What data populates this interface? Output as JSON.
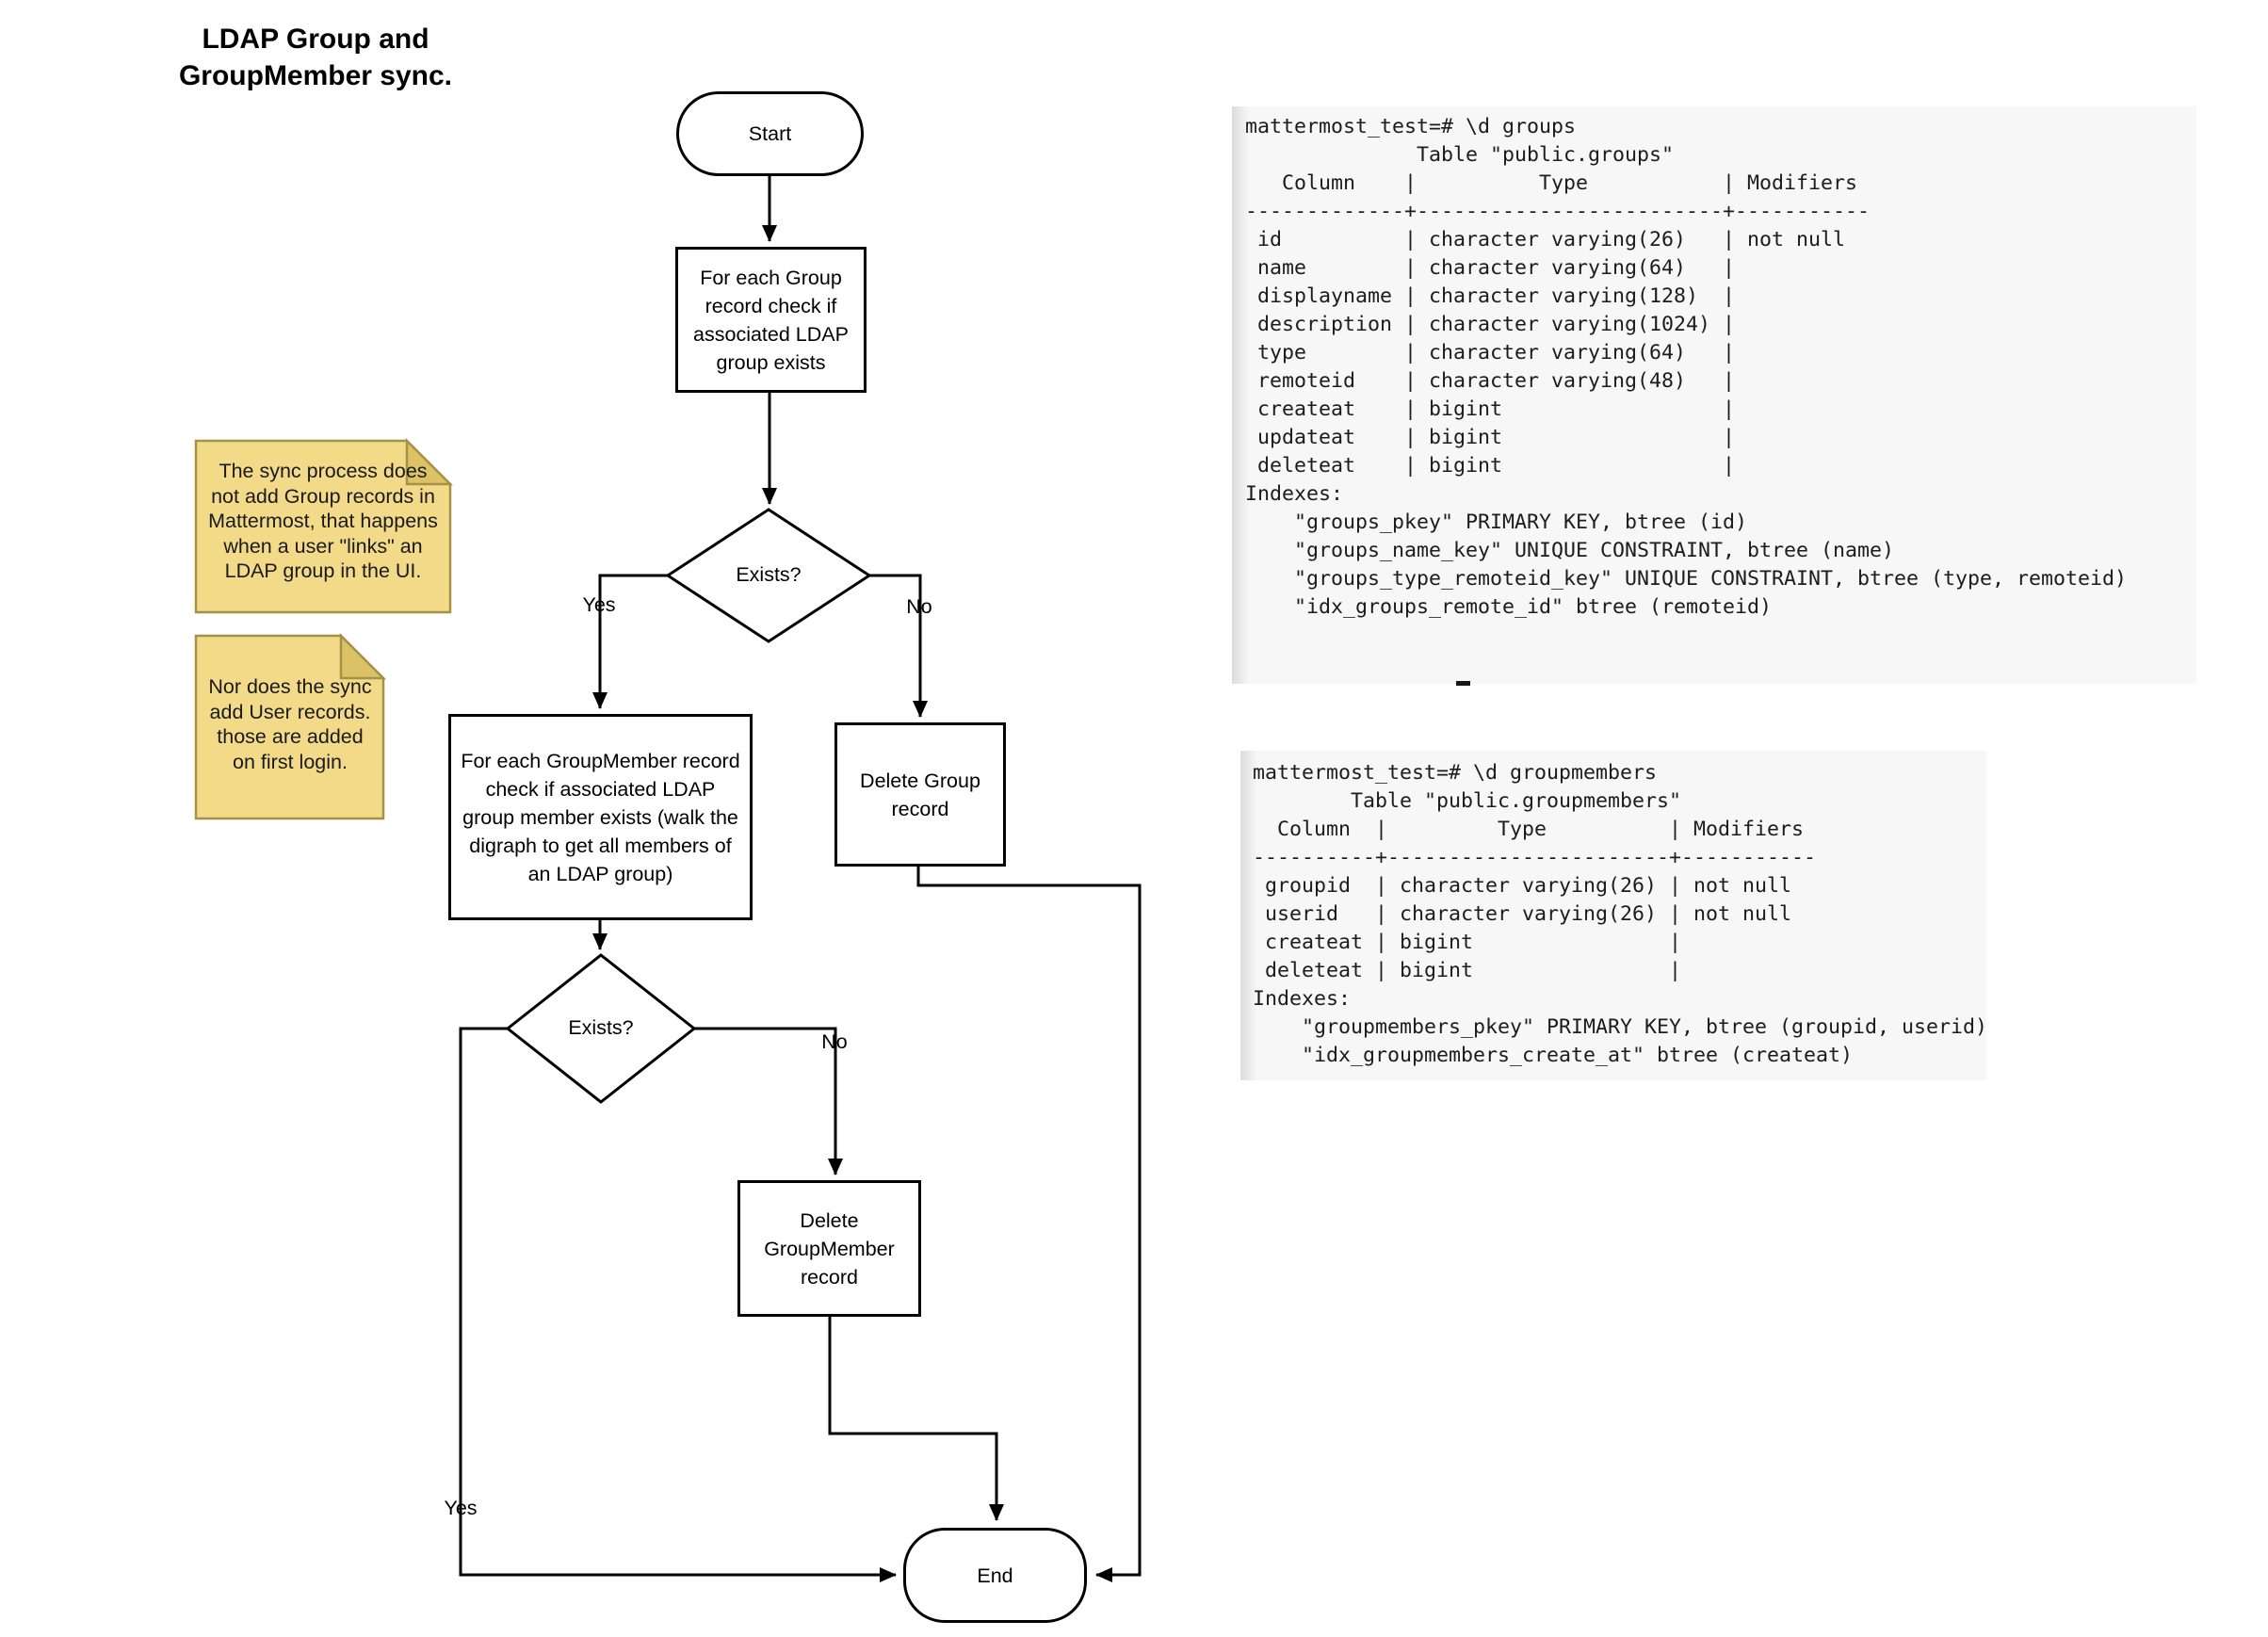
{
  "title": {
    "line1": "LDAP Group and",
    "line2": "GroupMember sync."
  },
  "flowchart": {
    "start_label": "Start",
    "process_check_group": "For each Group record check if associated LDAP group exists",
    "decision1_label": "Exists?",
    "decision1_yes": "Yes",
    "decision1_no": "No",
    "process_check_groupmember": "For each GroupMember record check if associated LDAP group member exists (walk the digraph to get all members of an LDAP group)",
    "process_delete_group": "Delete Group record",
    "decision2_label": "Exists?",
    "decision2_yes": "Yes",
    "decision2_no": "No",
    "process_delete_groupmember": "Delete GroupMember record",
    "end_label": "End"
  },
  "notes": {
    "note1": "The sync process does not add Group records in Mattermost, that happens when a user \"links\" an LDAP group in the UI.",
    "note2": "Nor does the sync add User records. those are added on first login."
  },
  "terminals": {
    "groups": {
      "text": "mattermost_test=# \\d groups\n              Table \"public.groups\"\n   Column    |          Type           | Modifiers\n-------------+-------------------------+-----------\n id          | character varying(26)   | not null\n name        | character varying(64)   |\n displayname | character varying(128)  |\n description | character varying(1024) |\n type        | character varying(64)   |\n remoteid    | character varying(48)   |\n createat    | bigint                  |\n updateat    | bigint                  |\n deleteat    | bigint                  |\nIndexes:\n    \"groups_pkey\" PRIMARY KEY, btree (id)\n    \"groups_name_key\" UNIQUE CONSTRAINT, btree (name)\n    \"groups_type_remoteid_key\" UNIQUE CONSTRAINT, btree (type, remoteid)\n    \"idx_groups_remote_id\" btree (remoteid)"
    },
    "groupmembers": {
      "text": "mattermost_test=# \\d groupmembers\n        Table \"public.groupmembers\"\n  Column  |         Type          | Modifiers\n----------+-----------------------+-----------\n groupid  | character varying(26) | not null\n userid   | character varying(26) | not null\n createat | bigint                |\n deleteat | bigint                |\nIndexes:\n    \"groupmembers_pkey\" PRIMARY KEY, btree (groupid, userid)\n    \"idx_groupmembers_create_at\" btree (createat)"
    }
  },
  "colors": {
    "line": "#000000",
    "node_fill": "#ffffff",
    "note_fill": "#f2da88",
    "note_fold": "#dcc266",
    "note_border": "#a69148",
    "terminal_bg": "#f7f7f7",
    "terminal_edge": "#dcdcdc",
    "text": "#000000"
  }
}
